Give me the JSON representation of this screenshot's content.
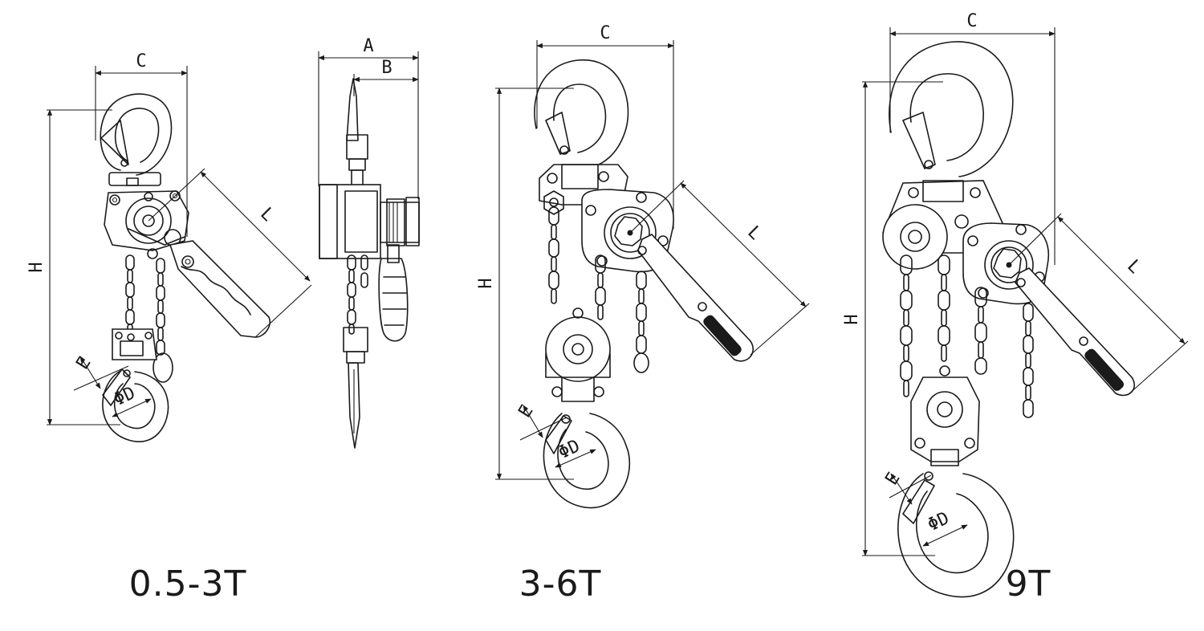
{
  "labels": {
    "c": "C",
    "a": "A",
    "b": "B",
    "h": "H",
    "l": "L",
    "e": "E",
    "phi_d": "ΦD"
  },
  "captions": {
    "small": "0.5-3T",
    "medium": "3-6T",
    "large": "9T"
  }
}
